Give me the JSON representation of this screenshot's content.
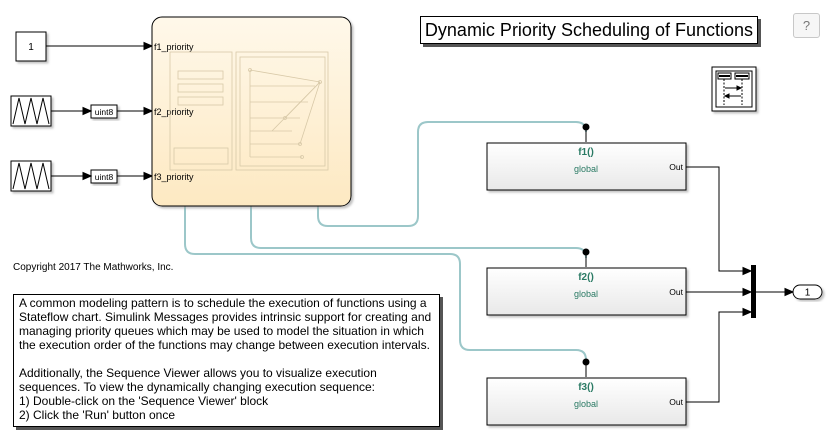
{
  "title": "Dynamic Priority Scheduling of Functions",
  "help_label": "?",
  "copyright": "Copyright 2017 The Mathworks, Inc.",
  "constant_block": {
    "value": "1"
  },
  "convert_labels": [
    "uint8",
    "uint8"
  ],
  "chart_ports": [
    "f1_priority",
    "f2_priority",
    "f3_priority"
  ],
  "functions": [
    {
      "name": "f1()",
      "scope": "global",
      "port": "Out"
    },
    {
      "name": "f2()",
      "scope": "global",
      "port": "Out"
    },
    {
      "name": "f3()",
      "scope": "global",
      "port": "Out"
    }
  ],
  "outport": {
    "value": "1"
  },
  "description": {
    "para1": "A common modeling pattern is to schedule the execution of functions using a Stateflow chart. Simulink Messages provides intrinsic support for creating and managing priority queues which may be used to model the situation in which the execution order of the functions may change between execution intervals.",
    "para2_lines": [
      "Additionally, the Sequence Viewer allows you to visualize execution sequences. To view the dynamically changing execution sequence:",
      "1) Double-click on the 'Sequence Viewer' block",
      "2) Click the 'Run' button once"
    ]
  },
  "colors": {
    "chart_fill": "#fdebc4",
    "function_call_line": "#9cc7c9",
    "function_text": "#2a7a64"
  }
}
